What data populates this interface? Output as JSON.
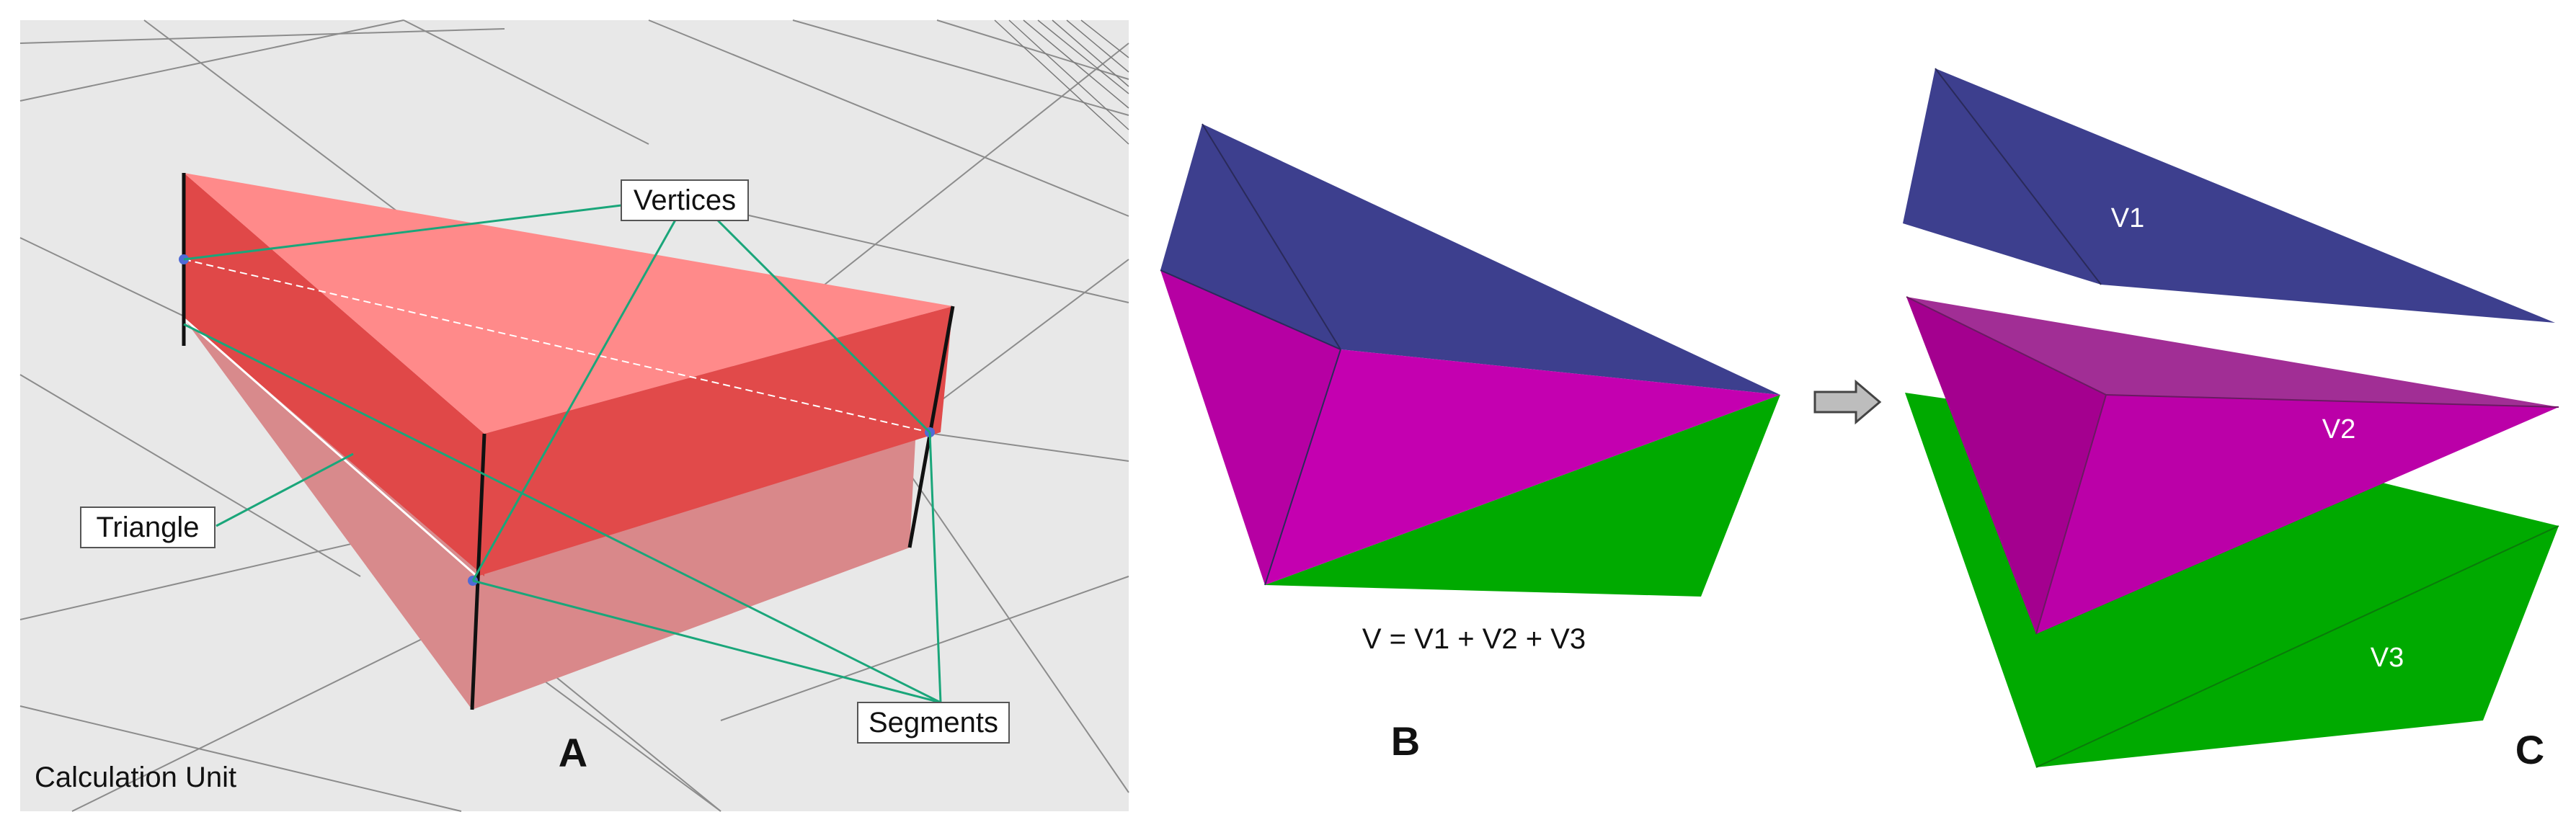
{
  "panels": {
    "a": {
      "letter": "A",
      "corner_label": "Calculation Unit",
      "callouts": {
        "vertices": "Vertices",
        "triangle": "Triangle",
        "segments": "Segments"
      }
    },
    "b": {
      "letter": "B",
      "formula": "V = V1 + V2 + V3"
    },
    "c": {
      "letter": "C",
      "pieces": [
        "V1",
        "V2",
        "V3"
      ]
    }
  },
  "colors": {
    "prism_top": "#ff8a8a",
    "prism_side": "#e14a4a",
    "prism_side_light": "#d9888a",
    "leader_lines": "#1aa67a",
    "v1_blue": "#3d3f8e",
    "v2_magenta": "#bb00a8",
    "v3_green": "#00aa00"
  }
}
